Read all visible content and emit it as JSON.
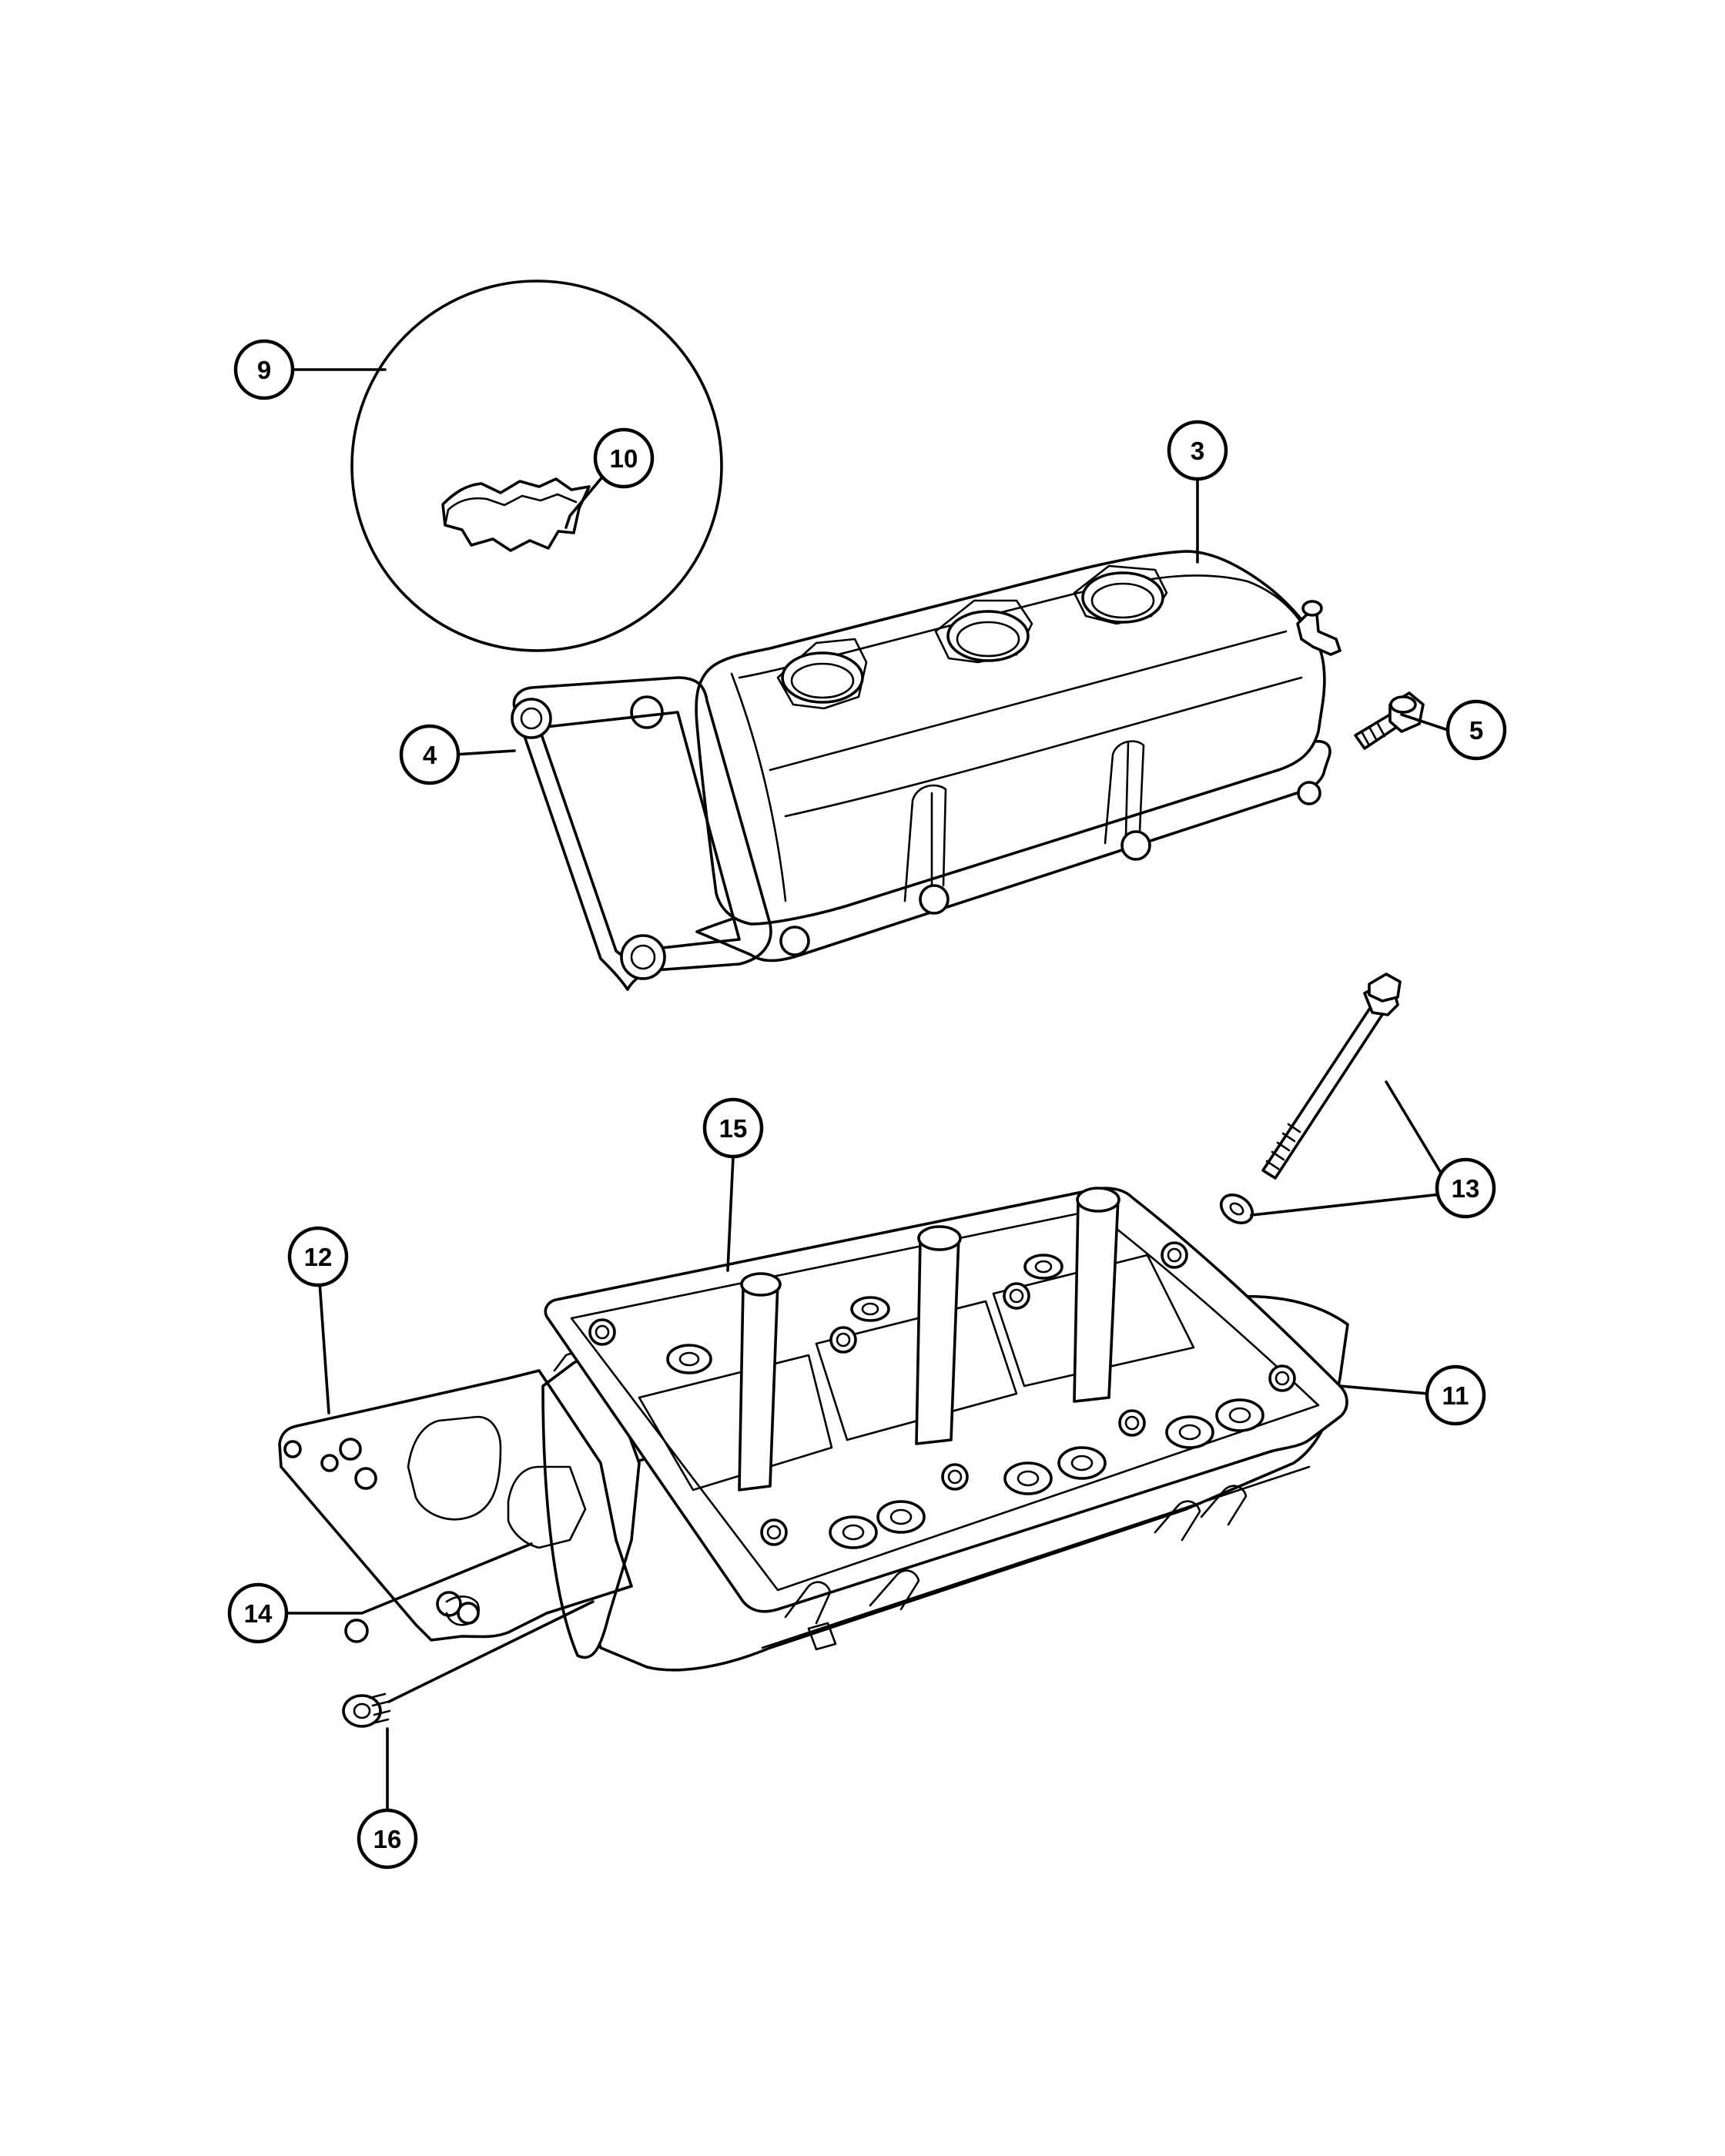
{
  "diagram": {
    "callouts": [
      {
        "id": "9",
        "label": "9"
      },
      {
        "id": "10",
        "label": "10"
      },
      {
        "id": "3",
        "label": "3"
      },
      {
        "id": "4",
        "label": "4"
      },
      {
        "id": "5",
        "label": "5"
      },
      {
        "id": "15",
        "label": "15"
      },
      {
        "id": "12",
        "label": "12"
      },
      {
        "id": "13",
        "label": "13"
      },
      {
        "id": "11",
        "label": "11"
      },
      {
        "id": "14",
        "label": "14"
      },
      {
        "id": "16",
        "label": "16"
      }
    ]
  }
}
